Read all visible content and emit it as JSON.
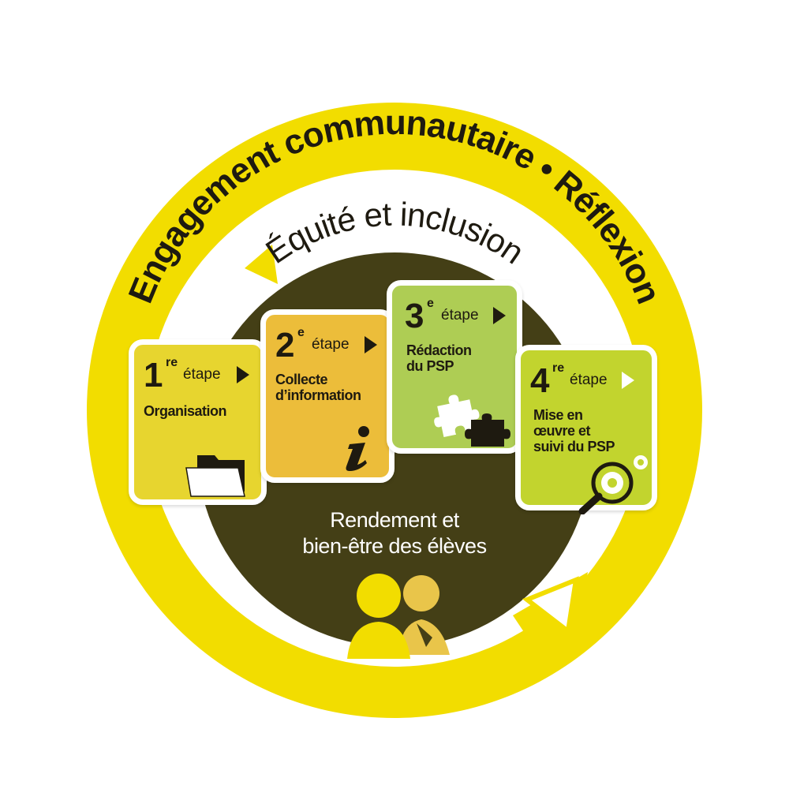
{
  "diagram": {
    "ring_text": "Engagement communautaire",
    "ring_separator": "•",
    "ring_text_right": "Réflexion",
    "inner_title": "Équité et inclusion",
    "center_label_line1": "Rendement et",
    "center_label_line2": "bien-être des élèves",
    "steps": [
      {
        "number": "1",
        "ordinal": "re",
        "word": "étape",
        "title_lines": [
          "Organisation"
        ],
        "icon": "folder-icon",
        "color": "#e7d52f"
      },
      {
        "number": "2",
        "ordinal": "e",
        "word": "étape",
        "title_lines": [
          "Collecte",
          "d’information"
        ],
        "icon": "information-icon",
        "color": "#ecbd3a"
      },
      {
        "number": "3",
        "ordinal": "e",
        "word": "étape",
        "title_lines": [
          "Rédaction",
          "du PSP"
        ],
        "icon": "puzzle-icon",
        "color": "#aecd54"
      },
      {
        "number": "4",
        "ordinal": "re",
        "word": "étape",
        "title_lines": [
          "Mise en",
          "œuvre et",
          "suivi du PSP"
        ],
        "icon": "magnifier-gear-icon",
        "color": "#c2d42e"
      }
    ],
    "colors": {
      "ring": "#f2dd00",
      "center": "#443f16",
      "text_dark": "#1e1a10",
      "white": "#ffffff"
    }
  }
}
